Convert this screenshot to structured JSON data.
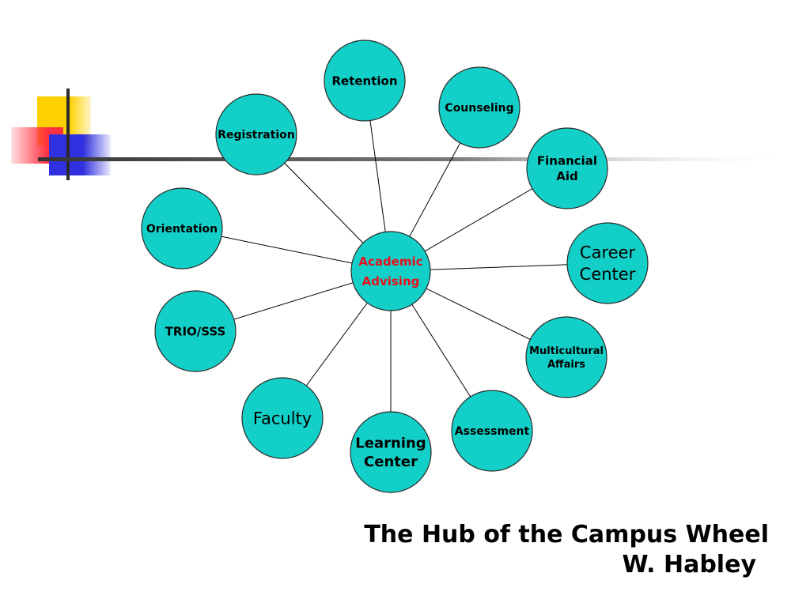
{
  "colors": {
    "node_fill": "#12d0c8",
    "hub_text": "#e8101c",
    "deco_yellow": "#ffd000",
    "deco_red": "#ff3040",
    "deco_blue": "#3030e0"
  },
  "hub": {
    "line1": "Academic",
    "line2": "Advising"
  },
  "spokes": [
    {
      "line1": "Retention",
      "line2": ""
    },
    {
      "line1": "Counseling",
      "line2": ""
    },
    {
      "line1": "Financial",
      "line2": "Aid"
    },
    {
      "line1": "Career",
      "line2": "Center"
    },
    {
      "line1": "Multicultural",
      "line2": "Affairs"
    },
    {
      "line1": "Assessment",
      "line2": ""
    },
    {
      "line1": "Learning",
      "line2": "Center"
    },
    {
      "line1": "Faculty",
      "line2": ""
    },
    {
      "line1": "TRIO/SSS",
      "line2": ""
    },
    {
      "line1": "Orientation",
      "line2": ""
    },
    {
      "line1": "Registration",
      "line2": ""
    }
  ],
  "caption": {
    "title": "The Hub of the Campus Wheel",
    "author": "W. Habley"
  }
}
